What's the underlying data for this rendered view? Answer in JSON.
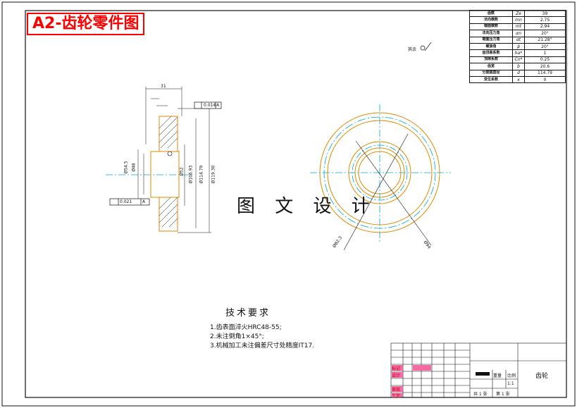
{
  "title": "A2-齿轮零件图",
  "watermark": "图 文 设 计",
  "colors": {
    "title": "#ff0000",
    "center_line": "#00a8c8",
    "part_outline": "#e08a00",
    "pink_cell": "#f26ba5"
  },
  "params_table": [
    {
      "name": "齿数",
      "symbol": "Ze",
      "value": "39"
    },
    {
      "name": "法向模数",
      "symbol": "mn",
      "value": "2.75"
    },
    {
      "name": "端面模数",
      "symbol": "mt",
      "value": "2.94"
    },
    {
      "name": "法向压力角",
      "symbol": "αn",
      "value": "20°"
    },
    {
      "name": "端面压力角",
      "symbol": "αt",
      "value": "21.28°"
    },
    {
      "name": "螺旋角",
      "symbol": "β",
      "value": "20°"
    },
    {
      "name": "齿顶高系数",
      "symbol": "ha*",
      "value": "1"
    },
    {
      "name": "顶隙系数",
      "symbol": "Cn*",
      "value": "0.25"
    },
    {
      "name": "齿宽",
      "symbol": "b",
      "value": "20.6"
    },
    {
      "name": "分度圆直径",
      "symbol": "d",
      "value": "114.79"
    },
    {
      "name": "变位系数",
      "symbol": "x",
      "value": "0"
    }
  ],
  "roughness_note": "其余",
  "dimensions": {
    "overall_width": "31",
    "d1": "Ø54.5",
    "d2": "Ø48",
    "d3": "Ø106.93",
    "d4": "Ø114.79",
    "d5": "Ø119.30",
    "bore": "Ø52",
    "tol_runout": "0.014",
    "tol_parallel": "0.021",
    "tol_ref": "A",
    "pcd_small": "Ø82.3",
    "pcd_large": "Ø94"
  },
  "tech_requirements": {
    "heading": "技术要求",
    "items": [
      "1.齿表面淬火HRC48-55;",
      "2.未注倒角1×45°;",
      "3.机械加工未注偏差尺寸处精度IT17."
    ]
  },
  "title_block": {
    "part_name": "齿轮",
    "scale_label": "比例",
    "scale_value": "1:1",
    "sheet_total": "共 1 张",
    "sheet_no": "第 1 张",
    "weight_label": "重量",
    "rows": [
      "标记",
      "设计",
      "审核",
      "工艺"
    ]
  }
}
